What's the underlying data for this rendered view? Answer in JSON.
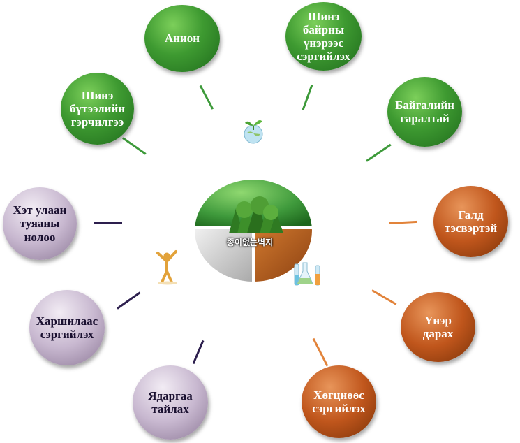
{
  "center": {
    "label": "종이없는벽지",
    "colors": {
      "top": "#3f9a3c",
      "left": "#c9c9c9",
      "right": "#b05a22"
    }
  },
  "bubbles": [
    {
      "id": "anion",
      "text": "Анион",
      "color": "green"
    },
    {
      "id": "new-room",
      "text": "Шинэ\nбайрны\nүнэрээс\nсэргийлэх",
      "color": "green"
    },
    {
      "id": "natural",
      "text": "Байгалийн\nгаралтай",
      "color": "green"
    },
    {
      "id": "new-product",
      "text": "Шинэ\nбүтээлийн\nгэрчилгээ",
      "color": "green"
    },
    {
      "id": "fireproof",
      "text": "Галд\nтэсвэртэй",
      "color": "orange"
    },
    {
      "id": "odor",
      "text": "Үнэр\nдарах",
      "color": "orange"
    },
    {
      "id": "mold",
      "text": "Хөгцнөөс\nсэргийлэх",
      "color": "orange"
    },
    {
      "id": "infrared",
      "text": "Хэт улаан\nтуяаны\nнөлөө",
      "color": "purple"
    },
    {
      "id": "allergy",
      "text": "Харшилаас\nсэргийлэх",
      "color": "purple"
    },
    {
      "id": "fatigue",
      "text": "Ядаргаа\nтайлах",
      "color": "purple"
    }
  ],
  "icons": [
    "globe-sprout-icon",
    "person-joy-icon",
    "lab-flask-icon",
    "forest-icon"
  ],
  "palette": {
    "green": "#3e9a31",
    "orange": "#c0561c",
    "purple": "#c8b8d0"
  }
}
